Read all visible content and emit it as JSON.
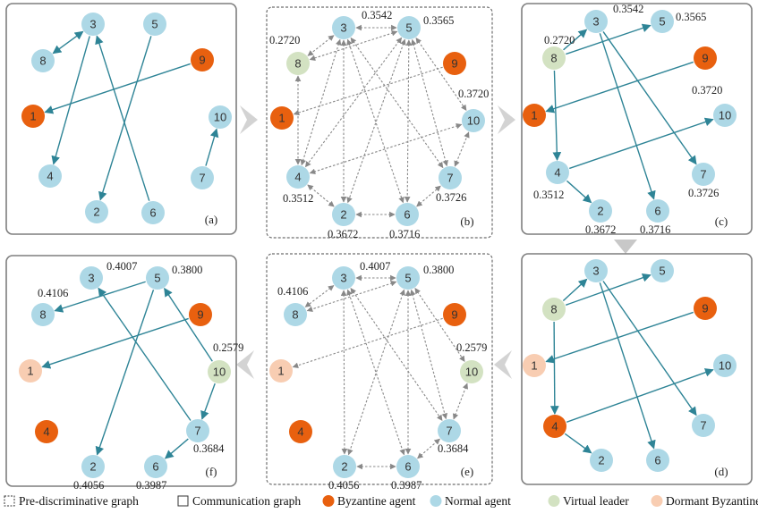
{
  "colors": {
    "normal": "#add8e6",
    "byzantine": "#e8600f",
    "virtual": "#d3e2c2",
    "dormant": "#f8cdb2",
    "edge": "#2e8496",
    "pre_edge": "#888888",
    "panel_border": "#7f7f7f",
    "node_text": "#333333"
  },
  "panels": [
    {
      "id": "a",
      "label": "(a)",
      "style": "solid",
      "nodes": [
        {
          "id": "1",
          "type": "byzantine"
        },
        {
          "id": "2",
          "type": "normal"
        },
        {
          "id": "3",
          "type": "normal"
        },
        {
          "id": "4",
          "type": "normal"
        },
        {
          "id": "5",
          "type": "normal"
        },
        {
          "id": "6",
          "type": "normal"
        },
        {
          "id": "7",
          "type": "normal"
        },
        {
          "id": "8",
          "type": "normal"
        },
        {
          "id": "9",
          "type": "byzantine"
        },
        {
          "id": "10",
          "type": "normal"
        }
      ],
      "edges": [
        [
          "3",
          "8",
          "both"
        ],
        [
          "3",
          "4",
          "to"
        ],
        [
          "6",
          "3",
          "to"
        ],
        [
          "5",
          "2",
          "to"
        ],
        [
          "9",
          "1",
          "to"
        ],
        [
          "7",
          "10",
          "to"
        ]
      ],
      "values": []
    },
    {
      "id": "b",
      "label": "(b)",
      "style": "dashed",
      "nodes": [
        {
          "id": "1",
          "type": "byzantine"
        },
        {
          "id": "2",
          "type": "normal"
        },
        {
          "id": "3",
          "type": "normal"
        },
        {
          "id": "4",
          "type": "normal"
        },
        {
          "id": "5",
          "type": "normal"
        },
        {
          "id": "6",
          "type": "normal"
        },
        {
          "id": "7",
          "type": "normal"
        },
        {
          "id": "8",
          "type": "virtual"
        },
        {
          "id": "9",
          "type": "byzantine"
        },
        {
          "id": "10",
          "type": "normal"
        }
      ],
      "edges": [
        [
          "3",
          "5",
          "both"
        ],
        [
          "3",
          "8",
          "both"
        ],
        [
          "5",
          "8",
          "both"
        ],
        [
          "8",
          "4",
          "both"
        ],
        [
          "3",
          "4",
          "both"
        ],
        [
          "3",
          "2",
          "both"
        ],
        [
          "3",
          "6",
          "both"
        ],
        [
          "3",
          "7",
          "both"
        ],
        [
          "5",
          "4",
          "both"
        ],
        [
          "5",
          "2",
          "both"
        ],
        [
          "5",
          "6",
          "both"
        ],
        [
          "5",
          "7",
          "both"
        ],
        [
          "5",
          "10",
          "both"
        ],
        [
          "4",
          "2",
          "both"
        ],
        [
          "2",
          "6",
          "both"
        ],
        [
          "6",
          "7",
          "both"
        ],
        [
          "7",
          "10",
          "both"
        ],
        [
          "4",
          "10",
          "both"
        ],
        [
          "9",
          "1",
          "to"
        ]
      ],
      "values": [
        {
          "node": "3",
          "text": "0.3542"
        },
        {
          "node": "5",
          "text": "0.3565"
        },
        {
          "node": "8",
          "text": "0.2720"
        },
        {
          "node": "10",
          "text": "0.3720"
        },
        {
          "node": "4",
          "text": "0.3512"
        },
        {
          "node": "2",
          "text": "0.3672"
        },
        {
          "node": "6",
          "text": "0.3716"
        },
        {
          "node": "7",
          "text": "0.3726"
        }
      ]
    },
    {
      "id": "c",
      "label": "(c)",
      "style": "solid",
      "nodes": [
        {
          "id": "1",
          "type": "byzantine"
        },
        {
          "id": "2",
          "type": "normal"
        },
        {
          "id": "3",
          "type": "normal"
        },
        {
          "id": "4",
          "type": "normal"
        },
        {
          "id": "5",
          "type": "normal"
        },
        {
          "id": "6",
          "type": "normal"
        },
        {
          "id": "7",
          "type": "normal"
        },
        {
          "id": "8",
          "type": "virtual"
        },
        {
          "id": "9",
          "type": "byzantine"
        },
        {
          "id": "10",
          "type": "normal"
        }
      ],
      "edges": [
        [
          "8",
          "3",
          "to"
        ],
        [
          "8",
          "5",
          "to"
        ],
        [
          "8",
          "4",
          "to"
        ],
        [
          "3",
          "6",
          "to"
        ],
        [
          "3",
          "7",
          "to"
        ],
        [
          "4",
          "2",
          "to"
        ],
        [
          "4",
          "10",
          "to"
        ],
        [
          "9",
          "1",
          "to"
        ]
      ],
      "values": [
        {
          "node": "3",
          "text": "0.3542"
        },
        {
          "node": "5",
          "text": "0.3565"
        },
        {
          "node": "8",
          "text": "0.2720"
        },
        {
          "node": "10",
          "text": "0.3720"
        },
        {
          "node": "4",
          "text": "0.3512"
        },
        {
          "node": "2",
          "text": "0.3672"
        },
        {
          "node": "6",
          "text": "0.3716"
        },
        {
          "node": "7",
          "text": "0.3726"
        }
      ]
    },
    {
      "id": "d",
      "label": "(d)",
      "style": "solid",
      "nodes": [
        {
          "id": "1",
          "type": "dormant"
        },
        {
          "id": "2",
          "type": "normal"
        },
        {
          "id": "3",
          "type": "normal"
        },
        {
          "id": "4",
          "type": "byzantine"
        },
        {
          "id": "5",
          "type": "normal"
        },
        {
          "id": "6",
          "type": "normal"
        },
        {
          "id": "7",
          "type": "normal"
        },
        {
          "id": "8",
          "type": "virtual"
        },
        {
          "id": "9",
          "type": "byzantine"
        },
        {
          "id": "10",
          "type": "normal"
        }
      ],
      "edges": [
        [
          "8",
          "3",
          "to"
        ],
        [
          "8",
          "5",
          "to"
        ],
        [
          "8",
          "4",
          "to"
        ],
        [
          "3",
          "6",
          "to"
        ],
        [
          "3",
          "7",
          "to"
        ],
        [
          "4",
          "2",
          "to"
        ],
        [
          "4",
          "10",
          "to"
        ],
        [
          "9",
          "1",
          "to"
        ]
      ],
      "values": []
    },
    {
      "id": "e",
      "label": "(e)",
      "style": "dashed",
      "nodes": [
        {
          "id": "1",
          "type": "dormant"
        },
        {
          "id": "2",
          "type": "normal"
        },
        {
          "id": "3",
          "type": "normal"
        },
        {
          "id": "4",
          "type": "byzantine"
        },
        {
          "id": "5",
          "type": "normal"
        },
        {
          "id": "6",
          "type": "normal"
        },
        {
          "id": "7",
          "type": "normal"
        },
        {
          "id": "8",
          "type": "normal"
        },
        {
          "id": "9",
          "type": "byzantine"
        },
        {
          "id": "10",
          "type": "virtual"
        }
      ],
      "edges": [
        [
          "3",
          "5",
          "both"
        ],
        [
          "3",
          "8",
          "both"
        ],
        [
          "5",
          "8",
          "both"
        ],
        [
          "3",
          "2",
          "both"
        ],
        [
          "3",
          "6",
          "both"
        ],
        [
          "3",
          "7",
          "both"
        ],
        [
          "5",
          "2",
          "both"
        ],
        [
          "5",
          "6",
          "both"
        ],
        [
          "5",
          "7",
          "both"
        ],
        [
          "5",
          "10",
          "both"
        ],
        [
          "2",
          "6",
          "both"
        ],
        [
          "6",
          "7",
          "both"
        ],
        [
          "7",
          "10",
          "both"
        ],
        [
          "9",
          "1",
          "to"
        ]
      ],
      "values": [
        {
          "node": "3",
          "text": "0.4007"
        },
        {
          "node": "5",
          "text": "0.3800"
        },
        {
          "node": "8",
          "text": "0.4106"
        },
        {
          "node": "10",
          "text": "0.2579"
        },
        {
          "node": "2",
          "text": "0.4056"
        },
        {
          "node": "6",
          "text": "0.3987"
        },
        {
          "node": "7",
          "text": "0.3684"
        }
      ]
    },
    {
      "id": "f",
      "label": "(f)",
      "style": "solid",
      "nodes": [
        {
          "id": "1",
          "type": "dormant"
        },
        {
          "id": "2",
          "type": "normal"
        },
        {
          "id": "3",
          "type": "normal"
        },
        {
          "id": "4",
          "type": "byzantine"
        },
        {
          "id": "5",
          "type": "normal"
        },
        {
          "id": "6",
          "type": "normal"
        },
        {
          "id": "7",
          "type": "normal"
        },
        {
          "id": "8",
          "type": "normal"
        },
        {
          "id": "9",
          "type": "byzantine"
        },
        {
          "id": "10",
          "type": "virtual"
        }
      ],
      "edges": [
        [
          "10",
          "5",
          "to"
        ],
        [
          "10",
          "7",
          "to"
        ],
        [
          "5",
          "8",
          "to"
        ],
        [
          "5",
          "2",
          "to"
        ],
        [
          "7",
          "3",
          "to"
        ],
        [
          "7",
          "6",
          "to"
        ],
        [
          "9",
          "1",
          "to"
        ]
      ],
      "values": [
        {
          "node": "3",
          "text": "0.4007"
        },
        {
          "node": "5",
          "text": "0.3800"
        },
        {
          "node": "8",
          "text": "0.4106"
        },
        {
          "node": "10",
          "text": "0.2579"
        },
        {
          "node": "2",
          "text": "0.4056"
        },
        {
          "node": "6",
          "text": "0.3987"
        },
        {
          "node": "7",
          "text": "0.3684"
        }
      ]
    }
  ],
  "legend": [
    {
      "shape": "dashed-square",
      "text": "Pre-discriminative graph"
    },
    {
      "shape": "solid-square",
      "text": "Communication graph"
    },
    {
      "shape": "circle",
      "type": "byzantine",
      "text": "Byzantine agent"
    },
    {
      "shape": "circle",
      "type": "normal",
      "text": "Normal agent"
    },
    {
      "shape": "circle",
      "type": "virtual",
      "text": "Virtual leader"
    },
    {
      "shape": "circle",
      "type": "dormant",
      "text": "Dormant Byzantine agent"
    }
  ]
}
